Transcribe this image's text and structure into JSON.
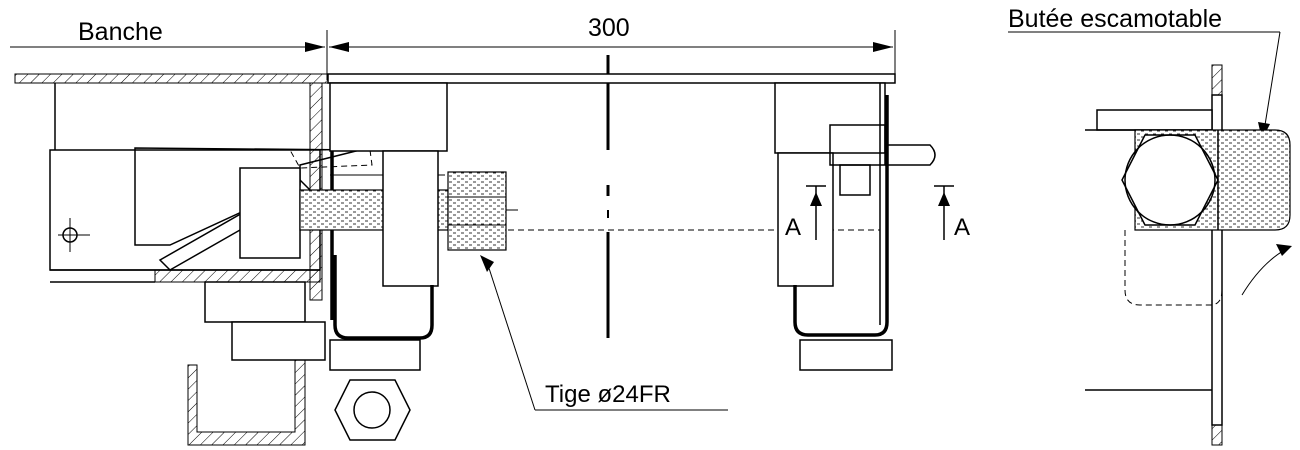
{
  "labels": {
    "banche": "Banche",
    "dimension": "300",
    "section_left": "A",
    "section_right": "A",
    "tige": "Tige ø24FR",
    "butee": "Butée escamotable"
  }
}
